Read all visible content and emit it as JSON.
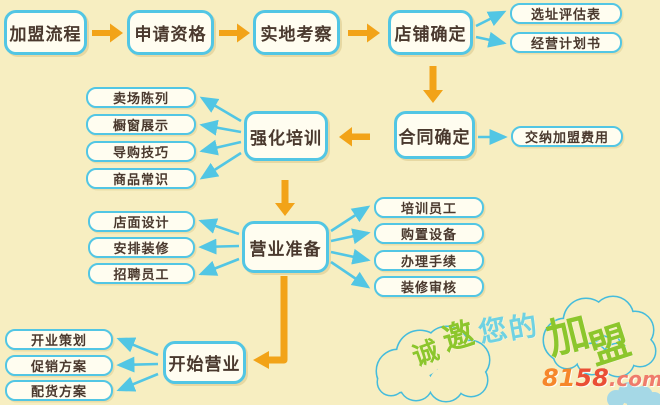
{
  "diagram_title": "加盟流程",
  "colors": {
    "background": "#F7EEC1",
    "box_border": "#52C6E4",
    "box_fill": "#FFFDF0",
    "text": "#4A392E",
    "orange_arrow": "#F2A318",
    "cyan_arrow": "#52C6E4",
    "slogan_green": "#8CC62C",
    "slogan_cyan": "#6FD2E2"
  },
  "flow_steps": {
    "start": "加盟流程",
    "apply": "申请资格",
    "inspect": "实地考察",
    "store": "店铺确定",
    "contract": "合同确定",
    "training": "强化培训",
    "preparation": "营业准备",
    "opening": "开始营业"
  },
  "store_outputs": [
    "选址评估表",
    "经营计划书"
  ],
  "contract_outputs": [
    "交纳加盟费用"
  ],
  "training_topics": [
    "卖场陈列",
    "橱窗展示",
    "导购技巧",
    "商品常识"
  ],
  "preparation_tasks_left": [
    "店面设计",
    "安排装修",
    "招聘员工"
  ],
  "preparation_tasks_right": [
    "培训员工",
    "购置设备",
    "办理手续",
    "装修审核"
  ],
  "opening_tasks": [
    "开业策划",
    "促销方案",
    "配货方案"
  ],
  "slogan": {
    "text": "诚邀您的加盟",
    "chars": [
      "诚",
      "邀",
      "您",
      "的",
      "加",
      "盟"
    ]
  },
  "logo": {
    "text": "8158.com",
    "part1": "81",
    "part2": "58",
    "part3": ".com"
  }
}
